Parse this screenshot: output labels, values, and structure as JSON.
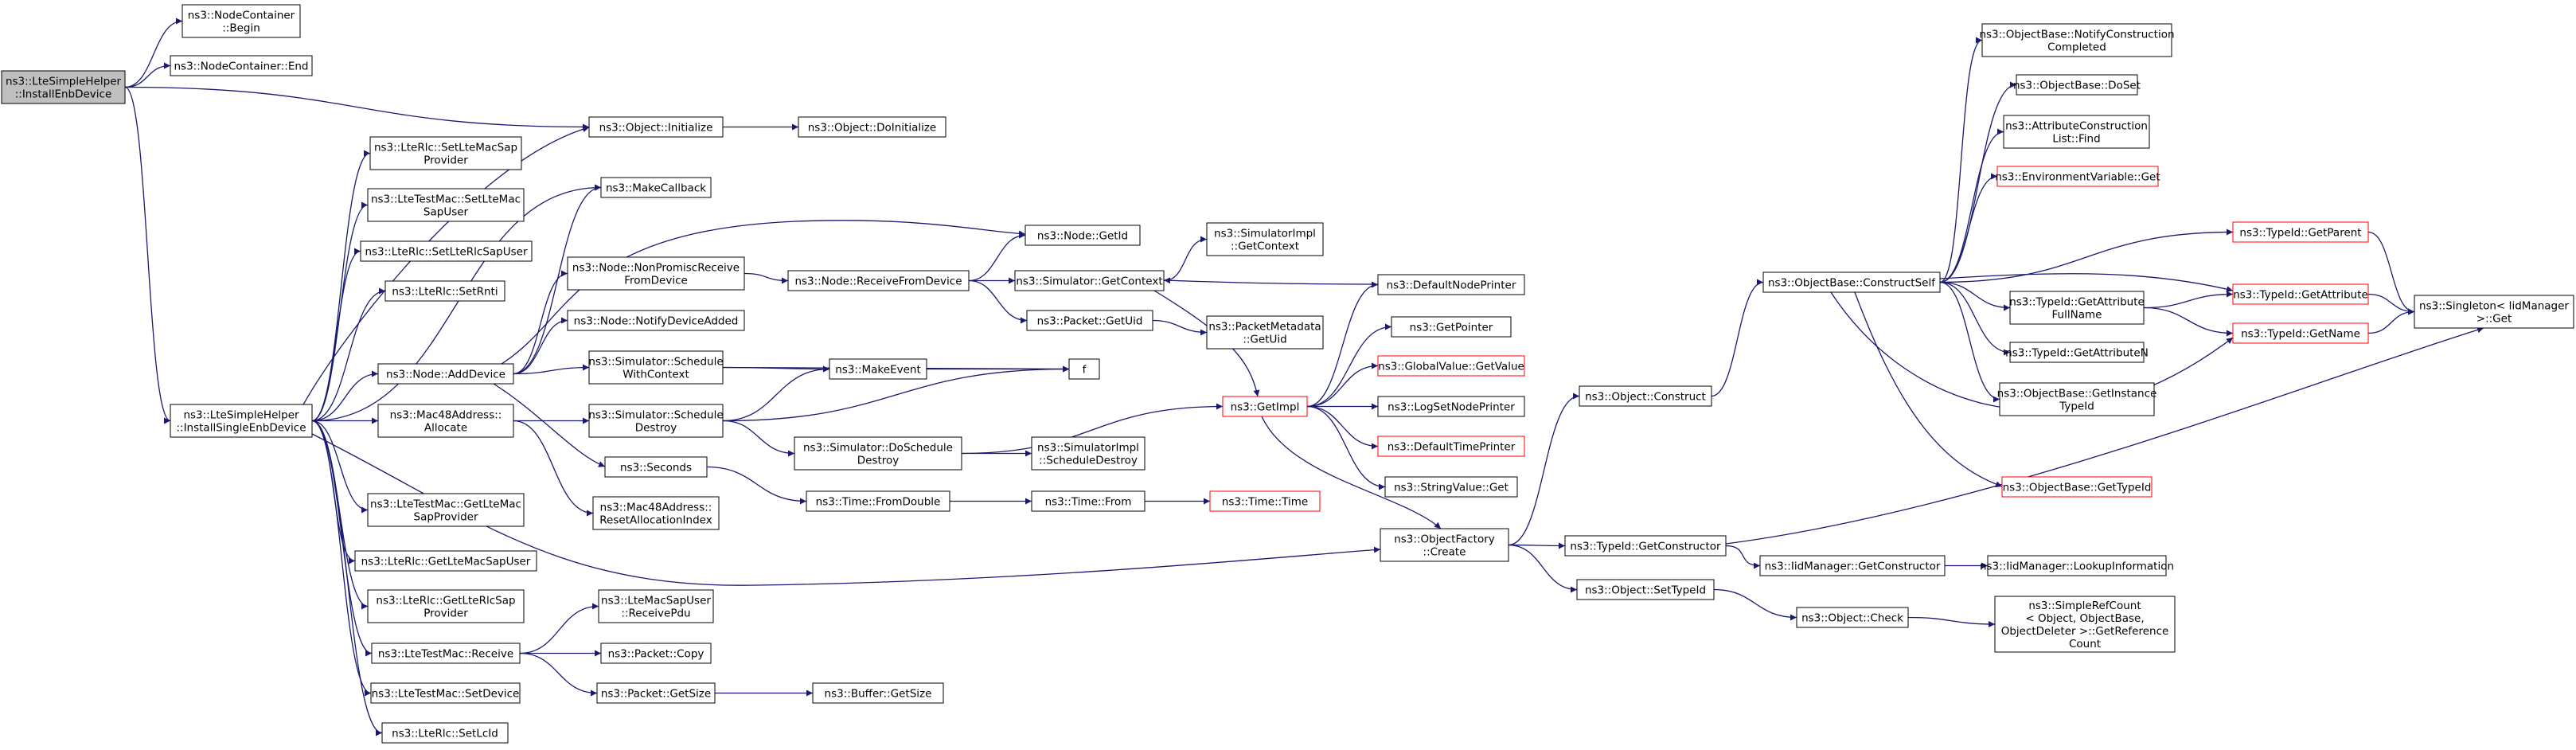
{
  "graph": {
    "nodes": {
      "root": {
        "lines": [
          "ns3::LteSimpleHelper",
          "::InstallEnbDevice"
        ],
        "style": "root"
      },
      "nc_begin": {
        "lines": [
          "ns3::NodeContainer",
          "::Begin"
        ],
        "style": "normal"
      },
      "nc_end": {
        "lines": [
          "ns3::NodeContainer::End"
        ],
        "style": "normal"
      },
      "obj_init": {
        "lines": [
          "ns3::Object::Initialize"
        ],
        "style": "normal"
      },
      "obj_doinit": {
        "lines": [
          "ns3::Object::DoInitialize"
        ],
        "style": "normal"
      },
      "install_single": {
        "lines": [
          "ns3::LteSimpleHelper",
          "::InstallSingleEnbDevice"
        ],
        "style": "normal"
      },
      "setltemacsap": {
        "lines": [
          "ns3::LteRlc::SetLteMacSap",
          "Provider"
        ],
        "style": "normal"
      },
      "testmac_setltemacsapuser": {
        "lines": [
          "ns3::LteTestMac::SetLteMac",
          "SapUser"
        ],
        "style": "normal"
      },
      "setlterlcsapuser": {
        "lines": [
          "ns3::LteRlc::SetLteRlcSapUser"
        ],
        "style": "normal"
      },
      "setrnti": {
        "lines": [
          "ns3::LteRlc::SetRnti"
        ],
        "style": "normal"
      },
      "node_adddevice": {
        "lines": [
          "ns3::Node::AddDevice"
        ],
        "style": "normal"
      },
      "mac48_allocate": {
        "lines": [
          "ns3::Mac48Address::",
          "Allocate"
        ],
        "style": "normal"
      },
      "testmac_getltemacsapprov": {
        "lines": [
          "ns3::LteTestMac::GetLteMac",
          "SapProvider"
        ],
        "style": "normal"
      },
      "rlc_getltemacsapuser": {
        "lines": [
          "ns3::LteRlc::GetLteMacSapUser"
        ],
        "style": "normal"
      },
      "rlc_getlterlcsapprov": {
        "lines": [
          "ns3::LteRlc::GetLteRlcSap",
          "Provider"
        ],
        "style": "normal"
      },
      "testmac_receive": {
        "lines": [
          "ns3::LteTestMac::Receive"
        ],
        "style": "normal"
      },
      "testmac_setdevice": {
        "lines": [
          "ns3::LteTestMac::SetDevice"
        ],
        "style": "normal"
      },
      "rlc_setlcid": {
        "lines": [
          "ns3::LteRlc::SetLcId"
        ],
        "style": "normal"
      },
      "makecallback": {
        "lines": [
          "ns3::MakeCallback"
        ],
        "style": "normal"
      },
      "nonpromisc": {
        "lines": [
          "ns3::Node::NonPromiscReceive",
          "FromDevice"
        ],
        "style": "normal"
      },
      "notifydeviceadded": {
        "lines": [
          "ns3::Node::NotifyDeviceAdded"
        ],
        "style": "normal"
      },
      "sched_withcontext": {
        "lines": [
          "ns3::Simulator::Schedule",
          "WithContext"
        ],
        "style": "normal"
      },
      "sched_destroy": {
        "lines": [
          "ns3::Simulator::Schedule",
          "Destroy"
        ],
        "style": "normal"
      },
      "seconds": {
        "lines": [
          "ns3::Seconds"
        ],
        "style": "normal"
      },
      "resetalloc": {
        "lines": [
          "ns3::Mac48Address::",
          "ResetAllocationIndex"
        ],
        "style": "normal"
      },
      "macsapuser_rxpdu": {
        "lines": [
          "ns3::LteMacSapUser",
          "::ReceivePdu"
        ],
        "style": "normal"
      },
      "packet_copy": {
        "lines": [
          "ns3::Packet::Copy"
        ],
        "style": "normal"
      },
      "packet_getsize": {
        "lines": [
          "ns3::Packet::GetSize"
        ],
        "style": "normal"
      },
      "node_getid": {
        "lines": [
          "ns3::Node::GetId"
        ],
        "style": "normal"
      },
      "node_rxfromdevice": {
        "lines": [
          "ns3::Node::ReceiveFromDevice"
        ],
        "style": "normal"
      },
      "makeevent": {
        "lines": [
          "ns3::MakeEvent"
        ],
        "style": "normal"
      },
      "f": {
        "lines": [
          "f"
        ],
        "style": "normal"
      },
      "doschedule_destroy": {
        "lines": [
          "ns3::Simulator::DoSchedule",
          "Destroy"
        ],
        "style": "normal"
      },
      "time_fromdouble": {
        "lines": [
          "ns3::Time::FromDouble"
        ],
        "style": "normal"
      },
      "buffer_getsize": {
        "lines": [
          "ns3::Buffer::GetSize"
        ],
        "style": "normal"
      },
      "sim_getcontext": {
        "lines": [
          "ns3::Simulator::GetContext"
        ],
        "style": "normal"
      },
      "packet_getuid": {
        "lines": [
          "ns3::Packet::GetUid"
        ],
        "style": "normal"
      },
      "simimpl_schedulerdestroy": {
        "lines": [
          "ns3::SimulatorImpl",
          "::ScheduleDestroy"
        ],
        "style": "normal"
      },
      "time_from": {
        "lines": [
          "ns3::Time::From"
        ],
        "style": "normal"
      },
      "simimpl_getcontext": {
        "lines": [
          "ns3::SimulatorImpl",
          "::GetContext"
        ],
        "style": "normal"
      },
      "pktmeta_getuid": {
        "lines": [
          "ns3::PacketMetadata",
          "::GetUid"
        ],
        "style": "normal"
      },
      "getimpl": {
        "lines": [
          "ns3::GetImpl"
        ],
        "style": "red"
      },
      "time_time": {
        "lines": [
          "ns3::Time::Time"
        ],
        "style": "red"
      },
      "defaultnodeprinter": {
        "lines": [
          "ns3::DefaultNodePrinter"
        ],
        "style": "normal"
      },
      "getpointer": {
        "lines": [
          "ns3::GetPointer"
        ],
        "style": "normal"
      },
      "globalvalue_getvalue": {
        "lines": [
          "ns3::GlobalValue::GetValue"
        ],
        "style": "red"
      },
      "logsetnodeprinter": {
        "lines": [
          "ns3::LogSetNodePrinter"
        ],
        "style": "normal"
      },
      "defaulttimeprinter": {
        "lines": [
          "ns3::DefaultTimePrinter"
        ],
        "style": "red"
      },
      "stringvalue_get": {
        "lines": [
          "ns3::StringValue::Get"
        ],
        "style": "normal"
      },
      "objfactory_create": {
        "lines": [
          "ns3::ObjectFactory",
          "::Create"
        ],
        "style": "normal"
      },
      "obj_construct": {
        "lines": [
          "ns3::Object::Construct"
        ],
        "style": "normal"
      },
      "typeid_getconstructor": {
        "lines": [
          "ns3::TypeId::GetConstructor"
        ],
        "style": "normal"
      },
      "obj_settypeid": {
        "lines": [
          "ns3::Object::SetTypeId"
        ],
        "style": "normal"
      },
      "objbase_constructself": {
        "lines": [
          "ns3::ObjectBase::ConstructSelf"
        ],
        "style": "normal"
      },
      "iidmgr_getconstructor": {
        "lines": [
          "ns3::IidManager::GetConstructor"
        ],
        "style": "normal"
      },
      "obj_check": {
        "lines": [
          "ns3::Object::Check"
        ],
        "style": "normal"
      },
      "objbase_notifyconstruction": {
        "lines": [
          "ns3::ObjectBase::NotifyConstruction",
          "Completed"
        ],
        "style": "normal"
      },
      "objbase_doset": {
        "lines": [
          "ns3::ObjectBase::DoSet"
        ],
        "style": "normal"
      },
      "attrconstructionlist_find": {
        "lines": [
          "ns3::AttributeConstruction",
          "List::Find"
        ],
        "style": "normal"
      },
      "envvar_get": {
        "lines": [
          "ns3::EnvironmentVariable::Get"
        ],
        "style": "red"
      },
      "typeid_getattributefullname": {
        "lines": [
          "ns3::TypeId::GetAttribute",
          "FullName"
        ],
        "style": "normal"
      },
      "typeid_getattributen": {
        "lines": [
          "ns3::TypeId::GetAttributeN"
        ],
        "style": "normal"
      },
      "objbase_getinstancetypeid": {
        "lines": [
          "ns3::ObjectBase::GetInstance",
          "TypeId"
        ],
        "style": "normal"
      },
      "objbase_gettypeid": {
        "lines": [
          "ns3::ObjectBase::GetTypeId"
        ],
        "style": "red"
      },
      "iidmgr_lookupinformation": {
        "lines": [
          "ns3::IidManager::LookupInformation"
        ],
        "style": "normal"
      },
      "simplerefcount": {
        "lines": [
          "ns3::SimpleRefCount",
          "< Object, ObjectBase,",
          "ObjectDeleter >::GetReference",
          "Count"
        ],
        "style": "normal"
      },
      "typeid_getparent": {
        "lines": [
          "ns3::TypeId::GetParent"
        ],
        "style": "red"
      },
      "typeid_getattribute": {
        "lines": [
          "ns3::TypeId::GetAttribute"
        ],
        "style": "red"
      },
      "typeid_getname": {
        "lines": [
          "ns3::TypeId::GetName"
        ],
        "style": "red"
      },
      "singleton_get": {
        "lines": [
          "ns3::Singleton< IidManager",
          ">::Get"
        ],
        "style": "normal"
      }
    },
    "edges": [
      [
        "root",
        "nc_begin"
      ],
      [
        "root",
        "nc_end"
      ],
      [
        "root",
        "obj_init"
      ],
      [
        "root",
        "install_single"
      ],
      [
        "obj_init",
        "obj_doinit"
      ],
      [
        "install_single",
        "setltemacsap"
      ],
      [
        "install_single",
        "testmac_setltemacsapuser"
      ],
      [
        "install_single",
        "setlterlcsapuser"
      ],
      [
        "install_single",
        "setrnti"
      ],
      [
        "install_single",
        "obj_init"
      ],
      [
        "install_single",
        "makecallback"
      ],
      [
        "install_single",
        "node_adddevice"
      ],
      [
        "install_single",
        "mac48_allocate"
      ],
      [
        "install_single",
        "testmac_getltemacsapprov"
      ],
      [
        "install_single",
        "rlc_getltemacsapuser"
      ],
      [
        "install_single",
        "rlc_getlterlcsapprov"
      ],
      [
        "install_single",
        "testmac_receive"
      ],
      [
        "install_single",
        "testmac_setdevice"
      ],
      [
        "install_single",
        "rlc_setlcid"
      ],
      [
        "install_single",
        "objfactory_create"
      ],
      [
        "node_adddevice",
        "makecallback"
      ],
      [
        "node_adddevice",
        "nonpromisc"
      ],
      [
        "node_adddevice",
        "notifydeviceadded"
      ],
      [
        "node_adddevice",
        "sched_withcontext"
      ],
      [
        "node_adddevice",
        "node_getid"
      ],
      [
        "node_adddevice",
        "seconds"
      ],
      [
        "mac48_allocate",
        "sched_destroy"
      ],
      [
        "mac48_allocate",
        "resetalloc"
      ],
      [
        "testmac_receive",
        "macsapuser_rxpdu"
      ],
      [
        "testmac_receive",
        "packet_copy"
      ],
      [
        "testmac_receive",
        "packet_getsize"
      ],
      [
        "nonpromisc",
        "node_rxfromdevice"
      ],
      [
        "sched_withcontext",
        "makeevent"
      ],
      [
        "sched_withcontext",
        "f"
      ],
      [
        "sched_destroy",
        "makeevent"
      ],
      [
        "sched_destroy",
        "f"
      ],
      [
        "sched_destroy",
        "doschedule_destroy"
      ],
      [
        "seconds",
        "time_fromdouble"
      ],
      [
        "packet_getsize",
        "buffer_getsize"
      ],
      [
        "node_rxfromdevice",
        "node_getid"
      ],
      [
        "node_rxfromdevice",
        "sim_getcontext"
      ],
      [
        "node_rxfromdevice",
        "packet_getuid"
      ],
      [
        "makeevent",
        "f"
      ],
      [
        "doschedule_destroy",
        "getimpl"
      ],
      [
        "doschedule_destroy",
        "simimpl_schedulerdestroy"
      ],
      [
        "time_fromdouble",
        "time_from"
      ],
      [
        "sim_getcontext",
        "simimpl_getcontext"
      ],
      [
        "sim_getcontext",
        "getimpl"
      ],
      [
        "packet_getuid",
        "pktmeta_getuid"
      ],
      [
        "time_from",
        "time_time"
      ],
      [
        "defaultnodeprinter",
        "sim_getcontext"
      ],
      [
        "getimpl",
        "defaultnodeprinter"
      ],
      [
        "getimpl",
        "getpointer"
      ],
      [
        "getimpl",
        "globalvalue_getvalue"
      ],
      [
        "getimpl",
        "logsetnodeprinter"
      ],
      [
        "getimpl",
        "defaulttimeprinter"
      ],
      [
        "getimpl",
        "stringvalue_get"
      ],
      [
        "getimpl",
        "objfactory_create"
      ],
      [
        "objfactory_create",
        "obj_construct"
      ],
      [
        "objfactory_create",
        "typeid_getconstructor"
      ],
      [
        "objfactory_create",
        "obj_settypeid"
      ],
      [
        "obj_construct",
        "objbase_constructself"
      ],
      [
        "typeid_getconstructor",
        "iidmgr_getconstructor"
      ],
      [
        "typeid_getconstructor",
        "singleton_get"
      ],
      [
        "iidmgr_getconstructor",
        "iidmgr_lookupinformation"
      ],
      [
        "obj_settypeid",
        "obj_check"
      ],
      [
        "obj_check",
        "simplerefcount"
      ],
      [
        "objbase_constructself",
        "objbase_notifyconstruction"
      ],
      [
        "objbase_constructself",
        "objbase_doset"
      ],
      [
        "objbase_constructself",
        "attrconstructionlist_find"
      ],
      [
        "objbase_constructself",
        "envvar_get"
      ],
      [
        "objbase_constructself",
        "typeid_getparent"
      ],
      [
        "objbase_constructself",
        "typeid_getattribute"
      ],
      [
        "objbase_constructself",
        "typeid_getattributefullname"
      ],
      [
        "objbase_constructself",
        "typeid_getattributen"
      ],
      [
        "objbase_constructself",
        "objbase_getinstancetypeid"
      ],
      [
        "objbase_constructself",
        "objbase_gettypeid"
      ],
      [
        "objbase_constructself",
        "typeid_getname"
      ],
      [
        "typeid_getattributefullname",
        "typeid_getattribute"
      ],
      [
        "typeid_getattributefullname",
        "typeid_getname"
      ],
      [
        "typeid_getparent",
        "singleton_get"
      ],
      [
        "typeid_getattribute",
        "singleton_get"
      ],
      [
        "typeid_getname",
        "singleton_get"
      ]
    ]
  },
  "colors": {
    "edge": "#191970",
    "border": "#000000",
    "red_border": "#ff0000",
    "root_fill": "#bfbfbf",
    "node_fill": "#ffffff",
    "text": "#000000"
  }
}
